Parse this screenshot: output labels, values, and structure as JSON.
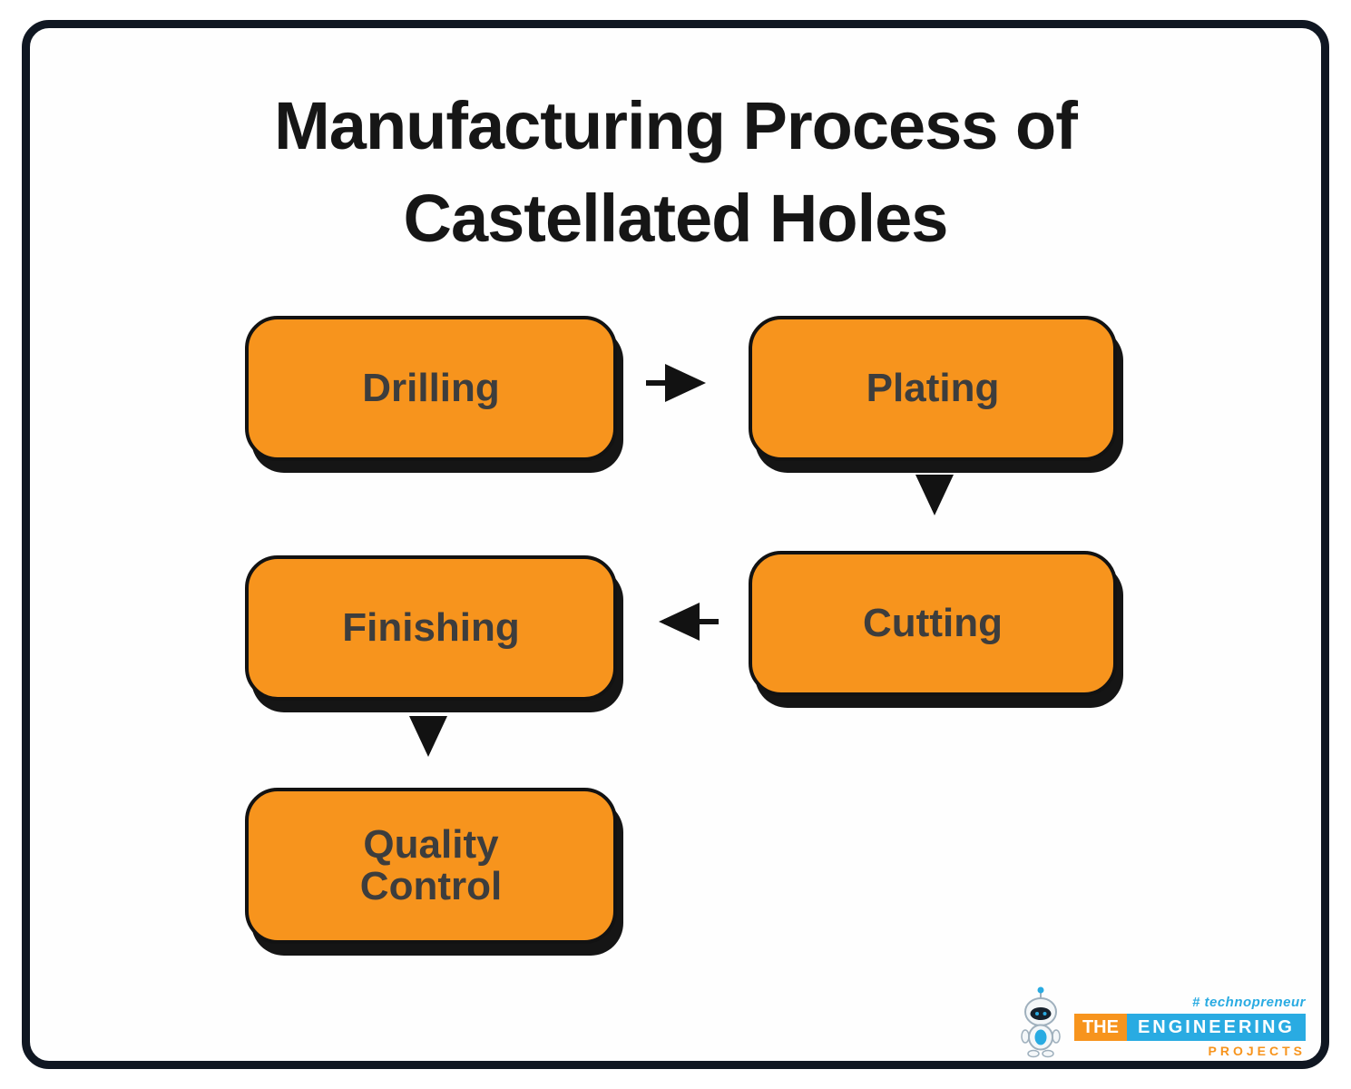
{
  "title": {
    "line1": "Manufacturing Process of",
    "line2": "Castellated Holes"
  },
  "chart_data": {
    "type": "flowchart",
    "title": "Manufacturing Process of Castellated Holes",
    "nodes": [
      {
        "id": "drilling",
        "label": "Drilling"
      },
      {
        "id": "plating",
        "label": "Plating"
      },
      {
        "id": "cutting",
        "label": "Cutting"
      },
      {
        "id": "finishing",
        "label": "Finishing"
      },
      {
        "id": "quality-control",
        "label": "Quality\nControl"
      }
    ],
    "edges": [
      {
        "from": "drilling",
        "to": "plating",
        "direction": "right"
      },
      {
        "from": "plating",
        "to": "cutting",
        "direction": "down"
      },
      {
        "from": "cutting",
        "to": "finishing",
        "direction": "left"
      },
      {
        "from": "finishing",
        "to": "quality-control",
        "direction": "down"
      }
    ],
    "node_fill": "#F7941D",
    "node_border": "#121212",
    "arrow_color": "#121212"
  },
  "branding": {
    "tagline": "# technopreneur",
    "name_part1": "THE",
    "name_part2": "ENGINEERING",
    "name_part3": "PROJECTS"
  },
  "colors": {
    "node_fill": "#F7941D",
    "outline": "#121212",
    "accent_blue": "#29ABE2",
    "frame_border": "#101722"
  }
}
